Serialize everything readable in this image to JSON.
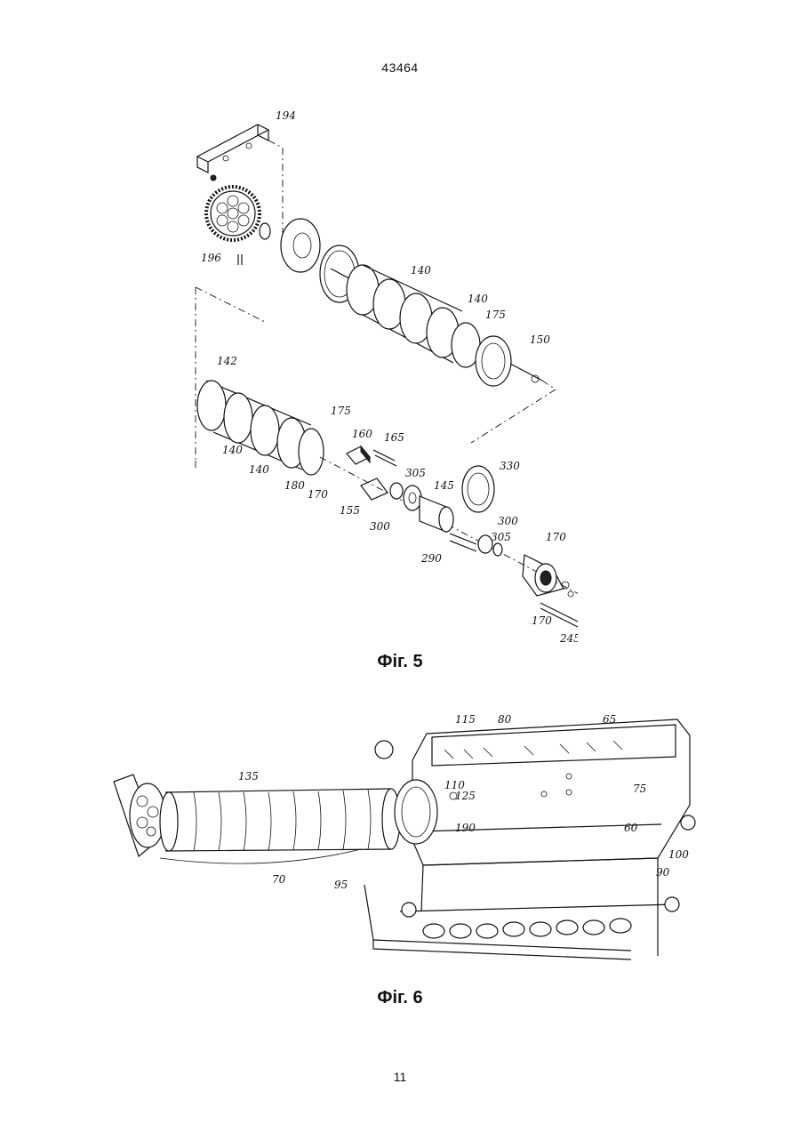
{
  "header": {
    "doc_number": "43464"
  },
  "figure5": {
    "caption": "Фіг. 5",
    "labels": {
      "l194": "194",
      "l196": "196",
      "l140a": "140",
      "l140b": "140",
      "l175a": "175",
      "l150": "150",
      "l142": "142",
      "l175b": "175",
      "l160": "160",
      "l165": "165",
      "l140c": "140",
      "l140d": "140",
      "l180": "180",
      "l170a": "170",
      "l305a": "305",
      "l145": "145",
      "l330": "330",
      "l155": "155",
      "l300a": "300",
      "l300b": "300",
      "l290": "290",
      "l305b": "305",
      "l170b": "170",
      "l170c": "170",
      "l245": "245"
    }
  },
  "figure6": {
    "caption": "Фіг. 6",
    "labels": {
      "l115": "115",
      "l80": "80",
      "l65": "65",
      "l135": "135",
      "l110": "110",
      "l125": "125",
      "l75": "75",
      "l190": "190",
      "l60": "60",
      "l100": "100",
      "l90": "90",
      "l70": "70",
      "l95": "95"
    }
  },
  "footer": {
    "page_number": "11"
  }
}
